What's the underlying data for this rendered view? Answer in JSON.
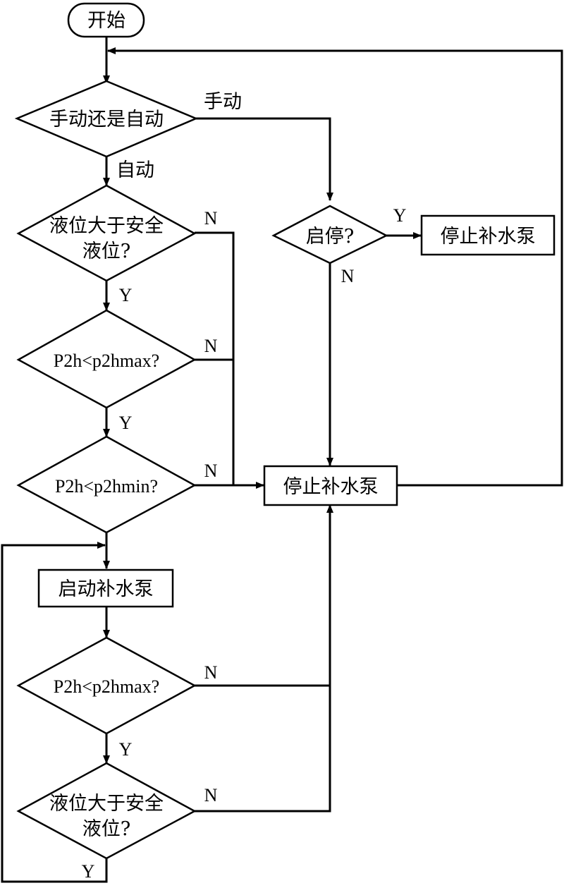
{
  "diagram": {
    "start": "开始",
    "decision_mode": "手动还是自动",
    "label_manual": "手动",
    "label_auto": "自动",
    "decision_level_1": {
      "line1": "液位大于安全",
      "line2": "液位?"
    },
    "decision_startstop": "启停?",
    "stop_pump_top": "停止补水泵",
    "decision_p2h_max_1": "P2h<p2hmax?",
    "decision_p2h_min": "P2h<p2hmin?",
    "stop_pump_main": "停止补水泵",
    "start_pump": "启动补水泵",
    "decision_p2h_max_2": "P2h<p2hmax?",
    "decision_level_2": {
      "line1": "液位大于安全",
      "line2": "液位?"
    },
    "yes": "Y",
    "no": "N"
  }
}
